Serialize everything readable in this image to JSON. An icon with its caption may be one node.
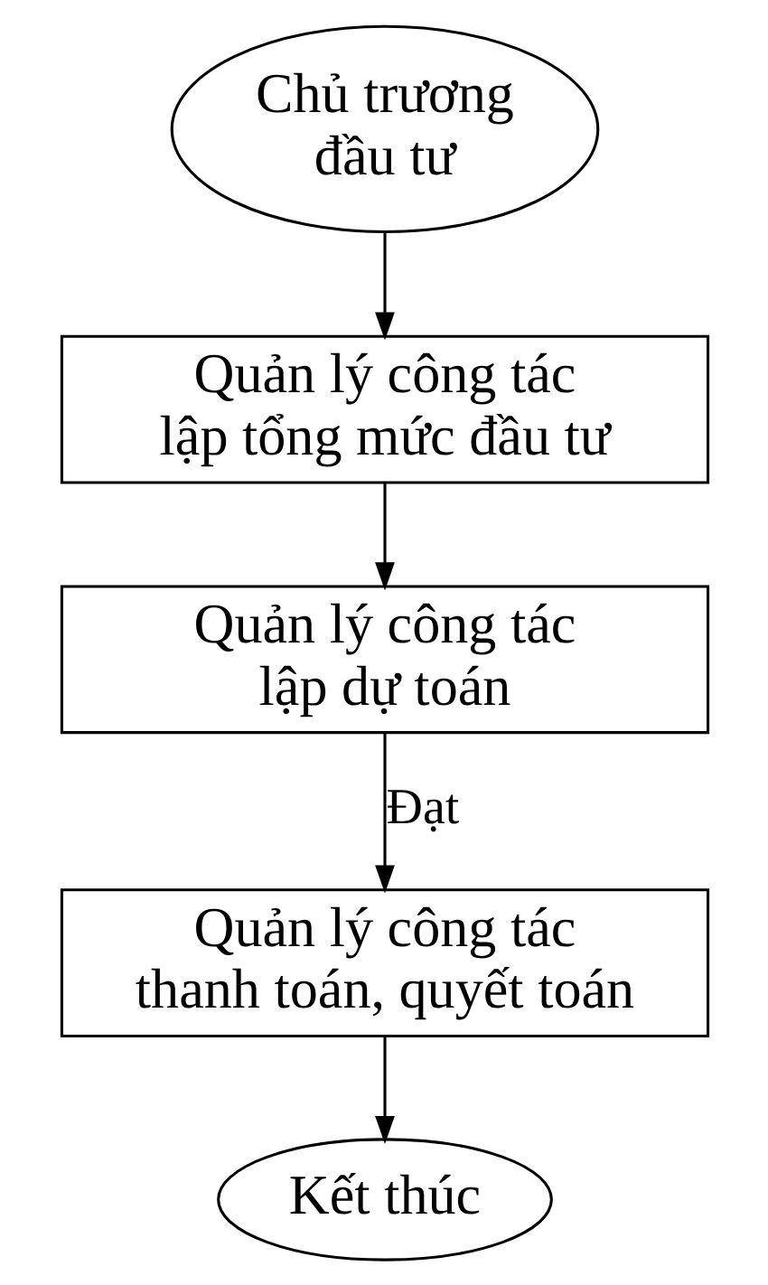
{
  "diagram": {
    "nodes": [
      {
        "text": [
          "Chủ trương đầu tư"
        ]
      },
      {
        "text": [
          "Quản lý công tác lập tổng mức đầu tư"
        ]
      },
      {
        "text": [
          "Quản lý công tác lập dự toán"
        ]
      },
      {
        "text": [
          "Quản lý công tác thanh toán, quyết toán"
        ]
      },
      {
        "text": [
          "Kết thúc"
        ]
      }
    ],
    "edges": [
      {
        "from": 0,
        "to": 1,
        "arrow": "to"
      },
      {
        "from": 1,
        "to": 2,
        "arrow": "to"
      },
      {
        "from": 2,
        "to": 3,
        "arrow": "to",
        "label": "Đạt"
      },
      {
        "from": 3,
        "to": 4,
        "arrow": "to"
      }
    ]
  }
}
